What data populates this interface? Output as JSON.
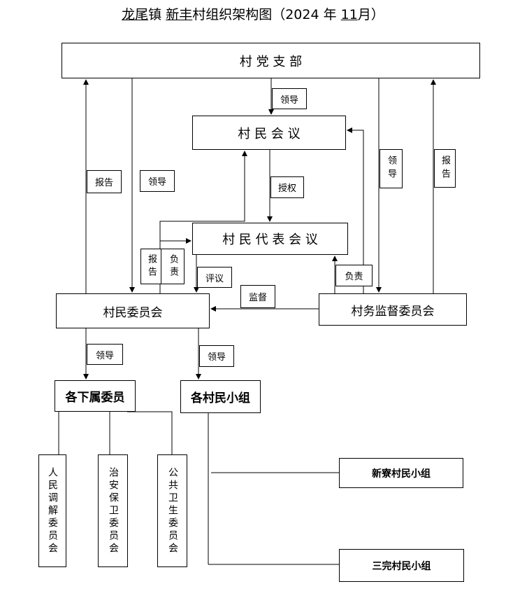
{
  "title": {
    "town": "龙尾",
    "town_suffix": "镇",
    "village": "新丰",
    "suffix": "村组织架构图（2024 年",
    "month": "11",
    "month_suffix": "月）"
  },
  "nodes": {
    "party_branch": "村 党 支 部",
    "villagers_meeting": "村 民 会 议",
    "representatives_meeting": "村 民 代 表 会 议",
    "villagers_committee": "村民委员会",
    "supervision_committee": "村务监督委员会",
    "sub_committees": "各下属委员",
    "villager_groups": "各村民小组",
    "mediation_committee": "人民调解委员会",
    "security_committee": "治安保卫委员会",
    "health_committee": "公共卫生委员会",
    "group_xinliao": "新寮村民小组",
    "group_sanwan": "三完村民小组"
  },
  "edge_labels": {
    "lead_1": "领导",
    "report_left": "报告",
    "lead_left": "领导",
    "authorize": "授权",
    "lead_right": "领导",
    "report_right": "报告",
    "report_mid": "报告",
    "responsible_mid": "负责",
    "review": "评议",
    "responsible_right": "负责",
    "supervise": "监督",
    "lead_sub": "领导",
    "lead_groups": "领导"
  }
}
